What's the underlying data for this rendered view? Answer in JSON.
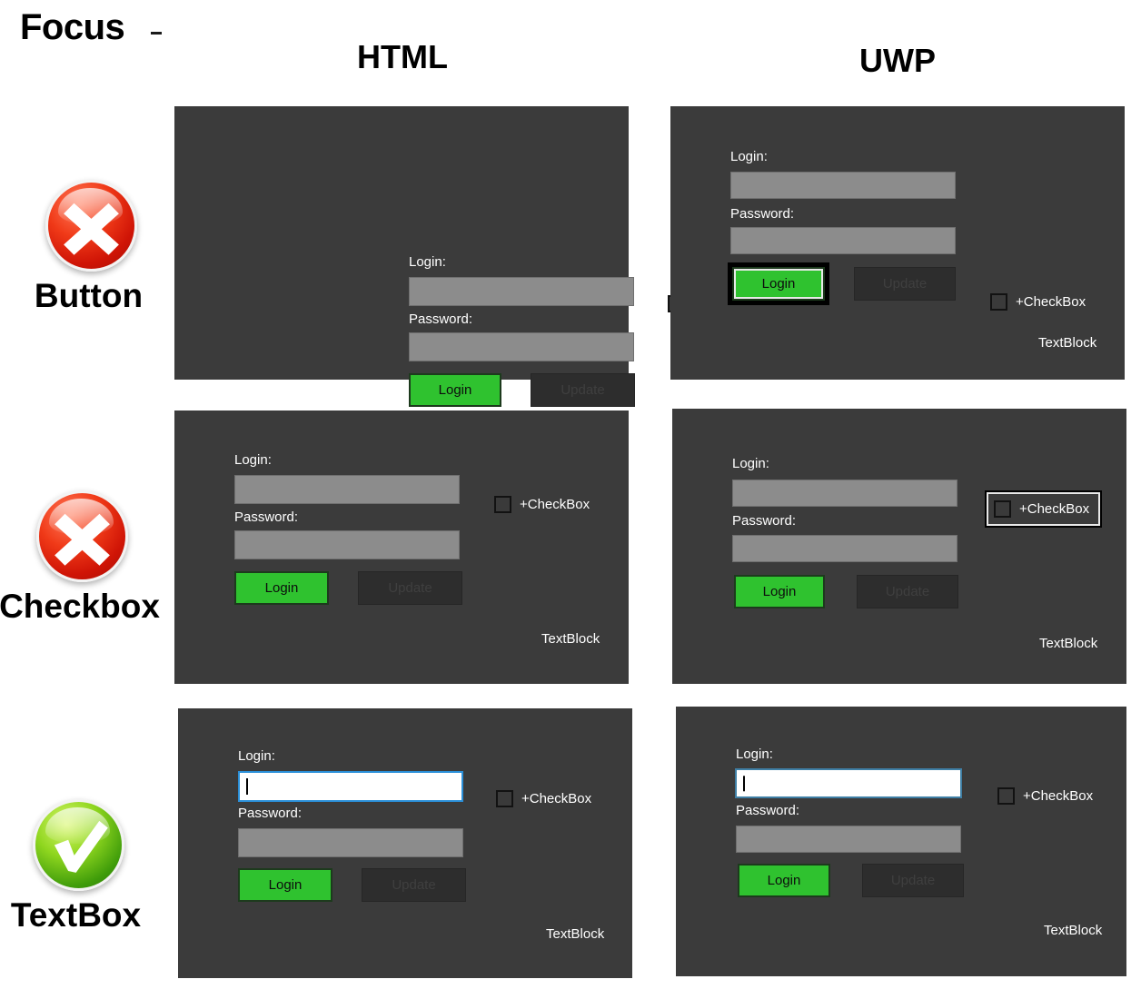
{
  "header": {
    "focus_title": "Focus",
    "columns": [
      {
        "id": "html",
        "label": "HTML"
      },
      {
        "id": "uwp",
        "label": "UWP"
      }
    ]
  },
  "rows": [
    {
      "id": "button",
      "label": "Button",
      "status_icon": "red-x-circle-icon",
      "status": "fail"
    },
    {
      "id": "checkbox",
      "label": "Checkbox",
      "status_icon": "red-x-circle-icon",
      "status": "fail"
    },
    {
      "id": "textbox",
      "label": "TextBox",
      "status_icon": "green-check-circle-icon",
      "status": "pass"
    }
  ],
  "form": {
    "login_label": "Login:",
    "password_label": "Password:",
    "login_value": "",
    "password_value": "",
    "login_button": "Login",
    "update_button": "Update",
    "checkbox_label": "+CheckBox",
    "textblock": "TextBlock"
  },
  "colors": {
    "panel_bg": "#3b3b3b",
    "field_bg": "#8c8c8c",
    "login_green": "#2fc22f",
    "update_gray": "#2d2d2d",
    "focus_blue": "#2a8fd8",
    "focus_ring_black": "#000000",
    "status_fail": "#d3190a",
    "status_pass": "#5fbb10",
    "text_white": "#ffffff"
  },
  "panels": [
    {
      "row": "button",
      "framework": "html",
      "focused_element": "none",
      "login_focused": false,
      "checkbox_focused": false,
      "button_focused": false
    },
    {
      "row": "button",
      "framework": "uwp",
      "focused_element": "login-button",
      "login_focused": false,
      "checkbox_focused": false,
      "button_focused": true
    },
    {
      "row": "checkbox",
      "framework": "html",
      "focused_element": "none",
      "login_focused": false,
      "checkbox_focused": false,
      "button_focused": false
    },
    {
      "row": "checkbox",
      "framework": "uwp",
      "focused_element": "checkbox",
      "login_focused": false,
      "checkbox_focused": true,
      "button_focused": false
    },
    {
      "row": "textbox",
      "framework": "html",
      "focused_element": "login-textbox",
      "login_focused": true,
      "checkbox_focused": false,
      "button_focused": false
    },
    {
      "row": "textbox",
      "framework": "uwp",
      "focused_element": "login-textbox",
      "login_focused": true,
      "checkbox_focused": false,
      "button_focused": false
    }
  ]
}
